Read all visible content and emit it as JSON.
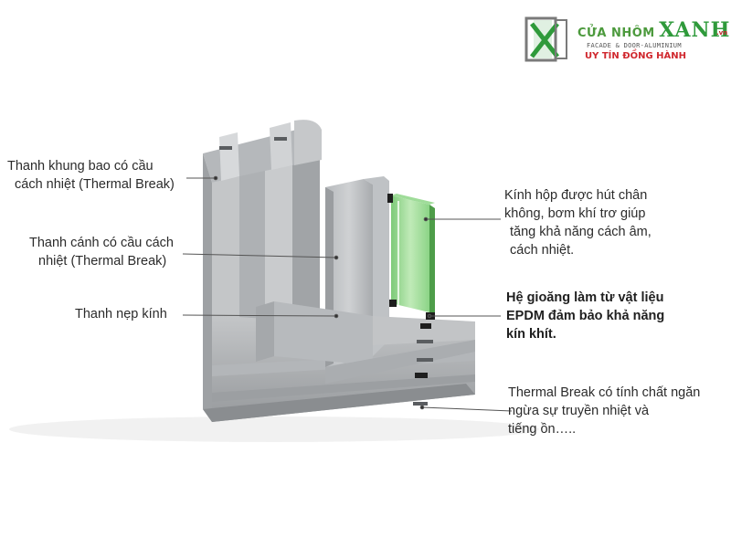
{
  "logo": {
    "brand_prefix": "CỬA NHÔM",
    "brand_name": "XANH",
    "brand_suffix": ".vn",
    "tagline": "FACADE & DOOR-ALUMINIUM",
    "slogan": "UY TÍN ĐỒNG HÀNH"
  },
  "labels": {
    "frame": {
      "line1": "Thanh khung bao có cầu",
      "line2": "cách nhiệt (Thermal Break)"
    },
    "sash": {
      "line1": "Thanh cánh có cầu cách",
      "line2": "nhiệt (Thermal Break)"
    },
    "bead": {
      "line1": "Thanh nẹp kính"
    },
    "glass": {
      "line1": "Kính hộp được hút chân",
      "line2": "không, bơm khí trơ giúp",
      "line3": "tăng khả năng cách âm,",
      "line4": "cách nhiệt."
    },
    "gasket": {
      "line1": "Hệ gioăng làm từ vật liệu",
      "line2": "EPDM đảm bảo khả năng",
      "line3": "kín khít."
    },
    "thermal": {
      "line1": "Thermal Break có tính chất ngăn",
      "line2": "ngừa sự truyền nhiệt  và",
      "line3": "tiếng ồn….."
    }
  },
  "colors": {
    "aluminium_light": "#c9cbcd",
    "aluminium_mid": "#a9acaf",
    "aluminium_dark": "#7d8084",
    "glass_green": "#8fd48a",
    "gasket_black": "#1e1e1e",
    "brand_green": "#2f9a3b",
    "brand_red": "#d0282e"
  }
}
